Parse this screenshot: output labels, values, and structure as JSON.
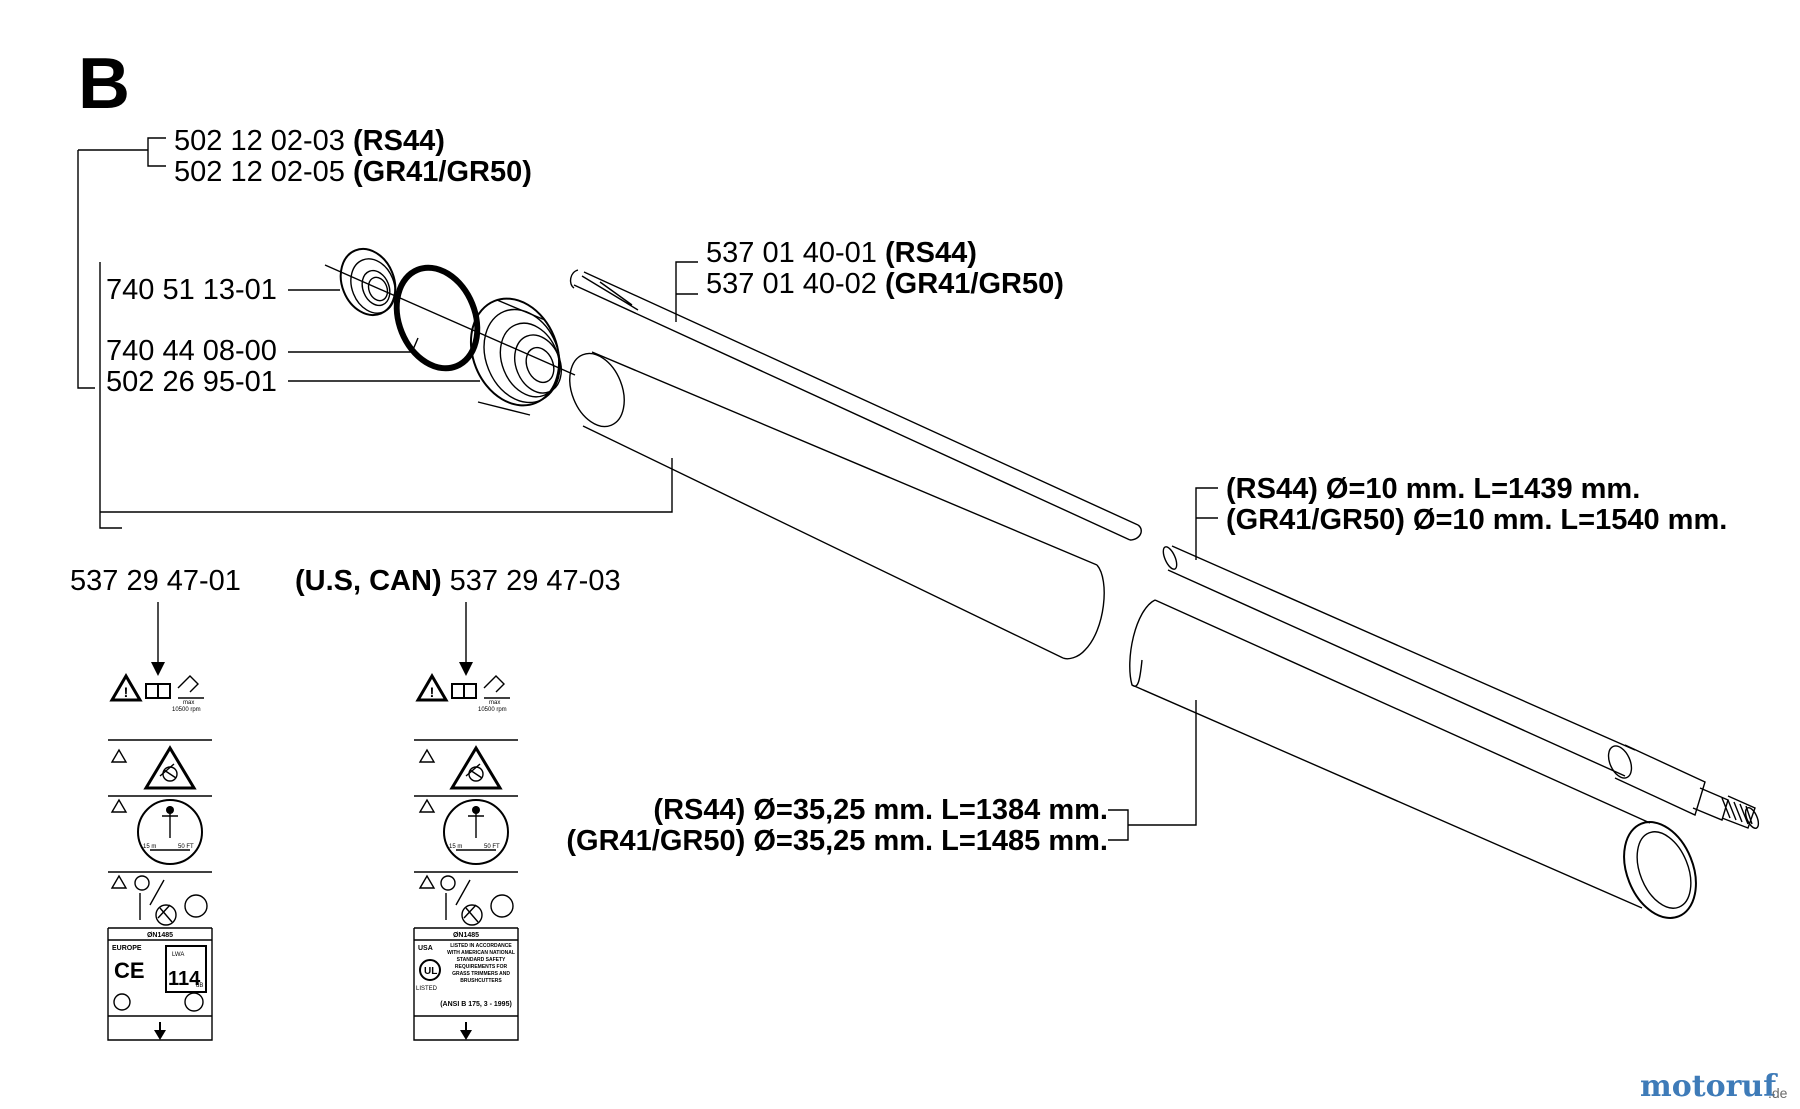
{
  "sheet_letter": "B",
  "callouts": {
    "bearing_kit_rs44": {
      "number": "502 12 02-03",
      "model": "(RS44)"
    },
    "bearing_kit_gr": {
      "number": "502 12 02-05",
      "model": "(GR41/GR50)"
    },
    "shaft_rs44": {
      "number": "537 01 40-01",
      "model": "(RS44)"
    },
    "shaft_gr": {
      "number": "537 01 40-02",
      "model": "(GR41/GR50)"
    },
    "bearing": {
      "number": "740 51 13-01"
    },
    "retaining_ring": {
      "number": "740 44 08-00"
    },
    "bearing_housing": {
      "number": "502 26 95-01"
    },
    "shaft_spec_rs44": "(RS44) Ø=10 mm. L=1439 mm.",
    "shaft_spec_gr": "(GR41/GR50) Ø=10 mm. L=1540 mm.",
    "tube_spec_rs44": "(RS44) Ø=35,25 mm. L=1384 mm.",
    "tube_spec_gr": "(GR41/GR50) Ø=35,25 mm. L=1485 mm."
  },
  "decals": [
    {
      "number": "537 29 47-01",
      "prefix": "",
      "rpm": "10500 rpm",
      "rpm_label": "max",
      "region": "EUROPE",
      "certification": "ØN1485",
      "noise": "114",
      "noise_unit": "dB",
      "noise_prefix": "LWA"
    },
    {
      "number": "537 29 47-03",
      "prefix": "(U.S, CAN)",
      "rpm": "10500 rpm",
      "rpm_label": "max",
      "region": "USA",
      "certification": "ØN1485",
      "listing": "LISTED IN ACCORDANCE WITH AMERICAN NATIONAL STANDARD SAFETY REQUIREMENTS FOR GRASS TRIMMERS AND BRUSHCUTTERS",
      "ansi": "(ANSI B 175, 3 - 1995)",
      "listed_label": "LISTED"
    }
  ],
  "watermark": {
    "text": "motoruf",
    "suffix": ".de"
  }
}
